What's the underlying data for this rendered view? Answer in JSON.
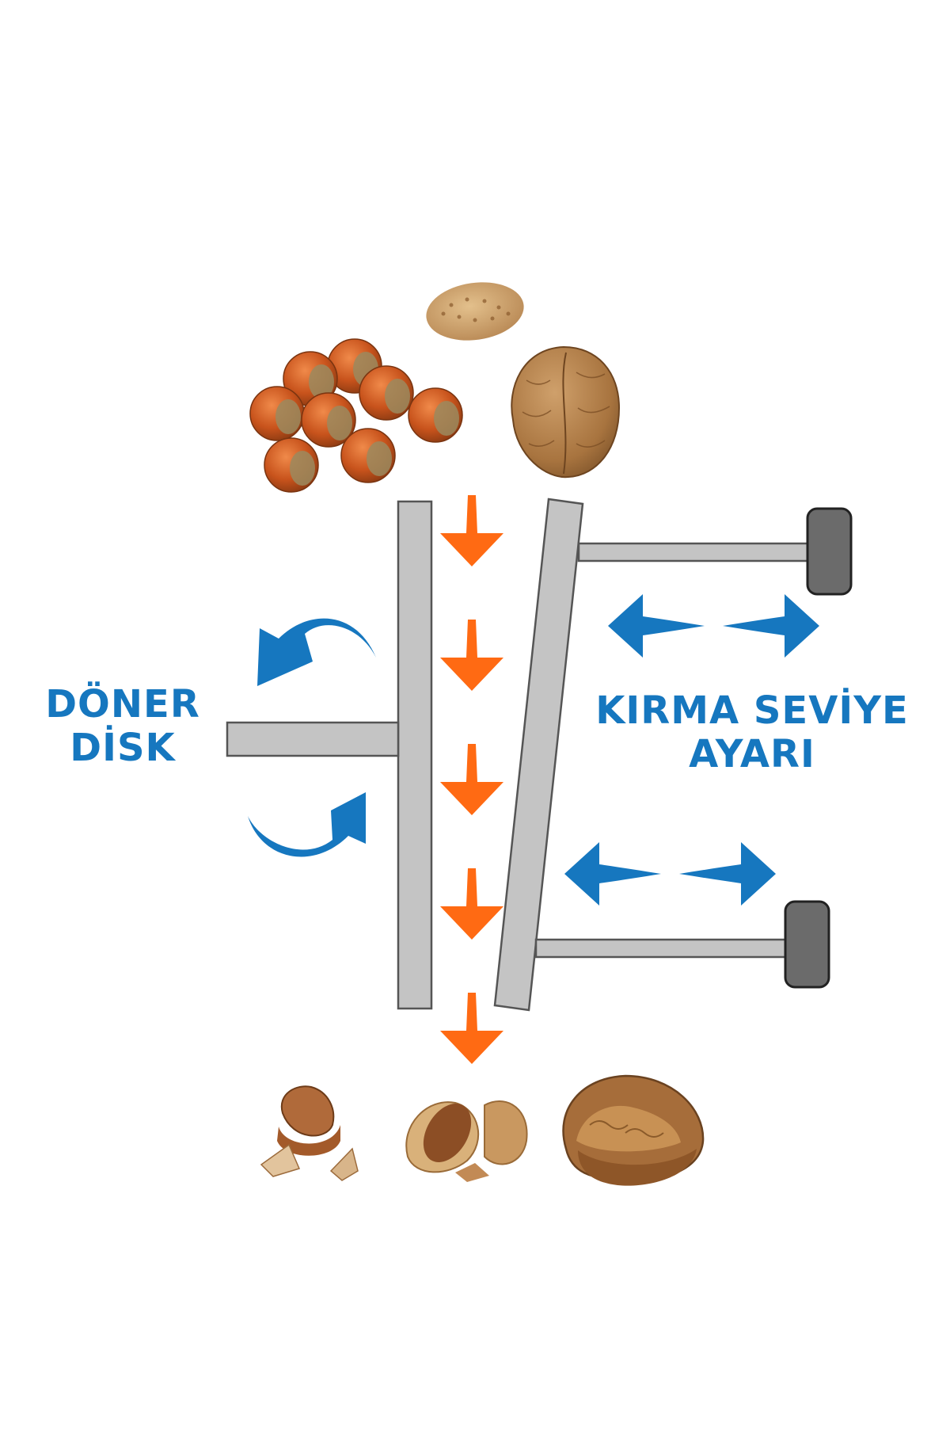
{
  "labels": {
    "rotating_disk": {
      "line1": "DÖNER",
      "line2": "DİSK"
    },
    "crack_level": {
      "line1": "KIRMA SEVİYE",
      "line2": "AYARI"
    }
  },
  "colors": {
    "label_blue": "#1677bf",
    "arrow_blue": "#1677bf",
    "arrow_orange": "#ff6a13",
    "plate_gray": "#c4c4c4",
    "plate_border": "#555555",
    "knob_dark": "#6b6b6b"
  },
  "icons": {
    "inputs": [
      "hazelnut-group-icon",
      "almond-icon",
      "walnut-icon"
    ],
    "outputs": [
      "cracked-hazelnut-icon",
      "cracked-almond-icon",
      "cracked-walnut-icon"
    ]
  },
  "flow": {
    "down_arrow_count": 5
  }
}
